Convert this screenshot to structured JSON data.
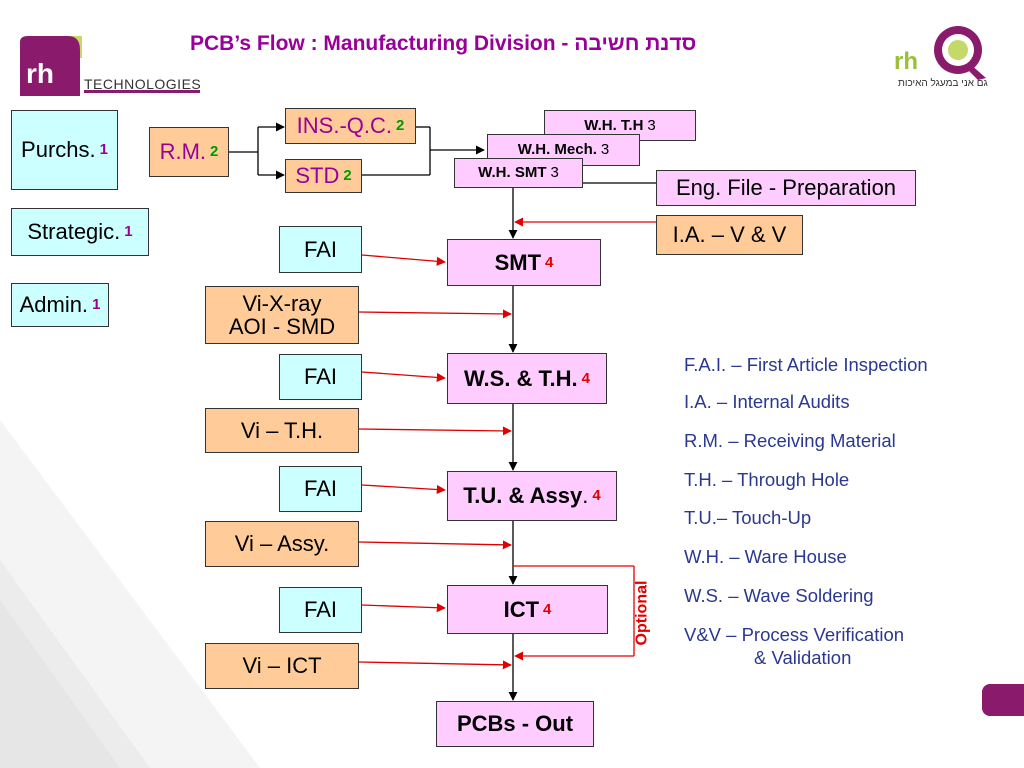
{
  "title": "PCB’s Flow : Manufacturing Division  -  סדנת חשיבה",
  "logo_left": {
    "mark": "rh",
    "text": "TECHNOLOGIES"
  },
  "logo_right": {
    "mark": "rh",
    "tagline": "גם אני במעגל האיכות"
  },
  "colors": {
    "title": "#990099",
    "legend": "#2b3890",
    "arrow": "#e00000",
    "optional": "#e00000",
    "accent": "#8a1a6b"
  },
  "nodes": {
    "purchs": {
      "label": "Purchs.",
      "num": "1"
    },
    "strategic": {
      "label": "Strategic.",
      "num": "1"
    },
    "admin": {
      "label": "Admin.",
      "num": "1"
    },
    "rm": {
      "label": "R.M.",
      "num": "2"
    },
    "insqc": {
      "label": "INS.-Q.C.",
      "num": "2"
    },
    "std": {
      "label": "STD",
      "num": "2"
    },
    "wh_th": {
      "label": "W.H. T.H",
      "num": "3"
    },
    "wh_mech": {
      "label": "W.H. Mech.",
      "num": "3"
    },
    "wh_smt": {
      "label": "W.H. SMT",
      "num": "3"
    },
    "eng_file": {
      "label": "Eng. File - Preparation"
    },
    "ia_vv": {
      "label": "I.A. – V & V"
    },
    "fai1": {
      "label": "FAI"
    },
    "smt": {
      "label": "SMT",
      "num": "4"
    },
    "vixray_1": {
      "label": "Vi-X-ray"
    },
    "vixray_2": {
      "label": "AOI - SMD"
    },
    "fai2": {
      "label": "FAI"
    },
    "wsth": {
      "label": "W.S. & T.H.",
      "num": "4"
    },
    "vith": {
      "label": "Vi – T.H."
    },
    "fai3": {
      "label": "FAI"
    },
    "tuassy": {
      "label": "T.U. & Assy",
      "suffix": ".",
      "num": "4"
    },
    "viassy": {
      "label": "Vi – Assy."
    },
    "fai4": {
      "label": "FAI"
    },
    "ict": {
      "label": "ICT",
      "num": "4"
    },
    "viict": {
      "label": "Vi – ICT"
    },
    "pcbs": {
      "label": "PCBs - Out"
    }
  },
  "optional_label": "Optional",
  "legend": [
    "F.A.I. – First Article Inspection",
    "I.A. – Internal Audits",
    "R.M. – Receiving Material",
    "T.H. – Through Hole",
    "T.U.– Touch-Up",
    "W.H. – Ware House",
    "W.S. – Wave Soldering",
    "V&V – Process Verification",
    "& Validation"
  ]
}
